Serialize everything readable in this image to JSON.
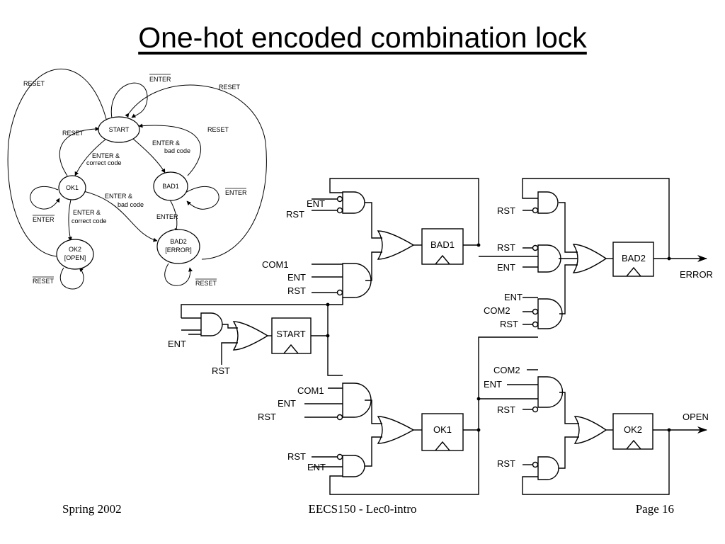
{
  "slide": {
    "title": "One-hot encoded combination lock",
    "footer_left": "Spring 2002",
    "footer_center": "EECS150 - Lec0-intro",
    "footer_right": "Page 16"
  },
  "state_diagram": {
    "states": {
      "start": "START",
      "ok1": "OK1",
      "ok2": [
        "OK2",
        "[OPEN]"
      ],
      "bad1": "BAD1",
      "bad2": [
        "BAD2",
        "[ERROR]"
      ]
    },
    "labels": {
      "reset_outer_left": "RESET",
      "reset_outer_right": "RESET",
      "enter_bar_top": "ENTER",
      "reset_ok1": "RESET",
      "reset_bad1": "RESET",
      "enter_correct_1": [
        "ENTER &",
        "correct code"
      ],
      "enter_bad_1": [
        "ENTER &",
        "bad code"
      ],
      "enter_bar_ok1": "ENTER",
      "enter_bar_bad1": "ENTER",
      "enter_bad_2": [
        "ENTER &",
        "bad code"
      ],
      "enter_correct_2": [
        "ENTER &",
        "correct code"
      ],
      "enter_bad1_bad2": "ENTER",
      "reset_bar_ok2": "RESET",
      "reset_bar_bad2": "RESET"
    }
  },
  "circuit": {
    "flipflops": {
      "bad1": "BAD1",
      "bad2": "BAD2",
      "start": "START",
      "ok1": "OK1",
      "ok2": "OK2"
    },
    "signals": {
      "bad1_gate_a": [
        "ENT",
        "RST"
      ],
      "bad1_gate_b": [
        "COM1",
        "ENT",
        "RST"
      ],
      "start_gate": [
        "ENT"
      ],
      "start_or": "RST",
      "ok1_gate_a": [
        "COM1",
        "ENT",
        "RST"
      ],
      "ok1_gate_b": [
        "RST",
        "ENT"
      ],
      "bad2_gate_a": "RST",
      "bad2_gate_b": [
        "RST",
        "ENT"
      ],
      "bad2_gate_c": [
        "ENT",
        "COM2",
        "RST"
      ],
      "ok2_gate_a": [
        "COM2",
        "ENT",
        "RST"
      ],
      "ok2_gate_b": "RST"
    },
    "outputs": {
      "error": "ERROR",
      "open": "OPEN"
    }
  }
}
